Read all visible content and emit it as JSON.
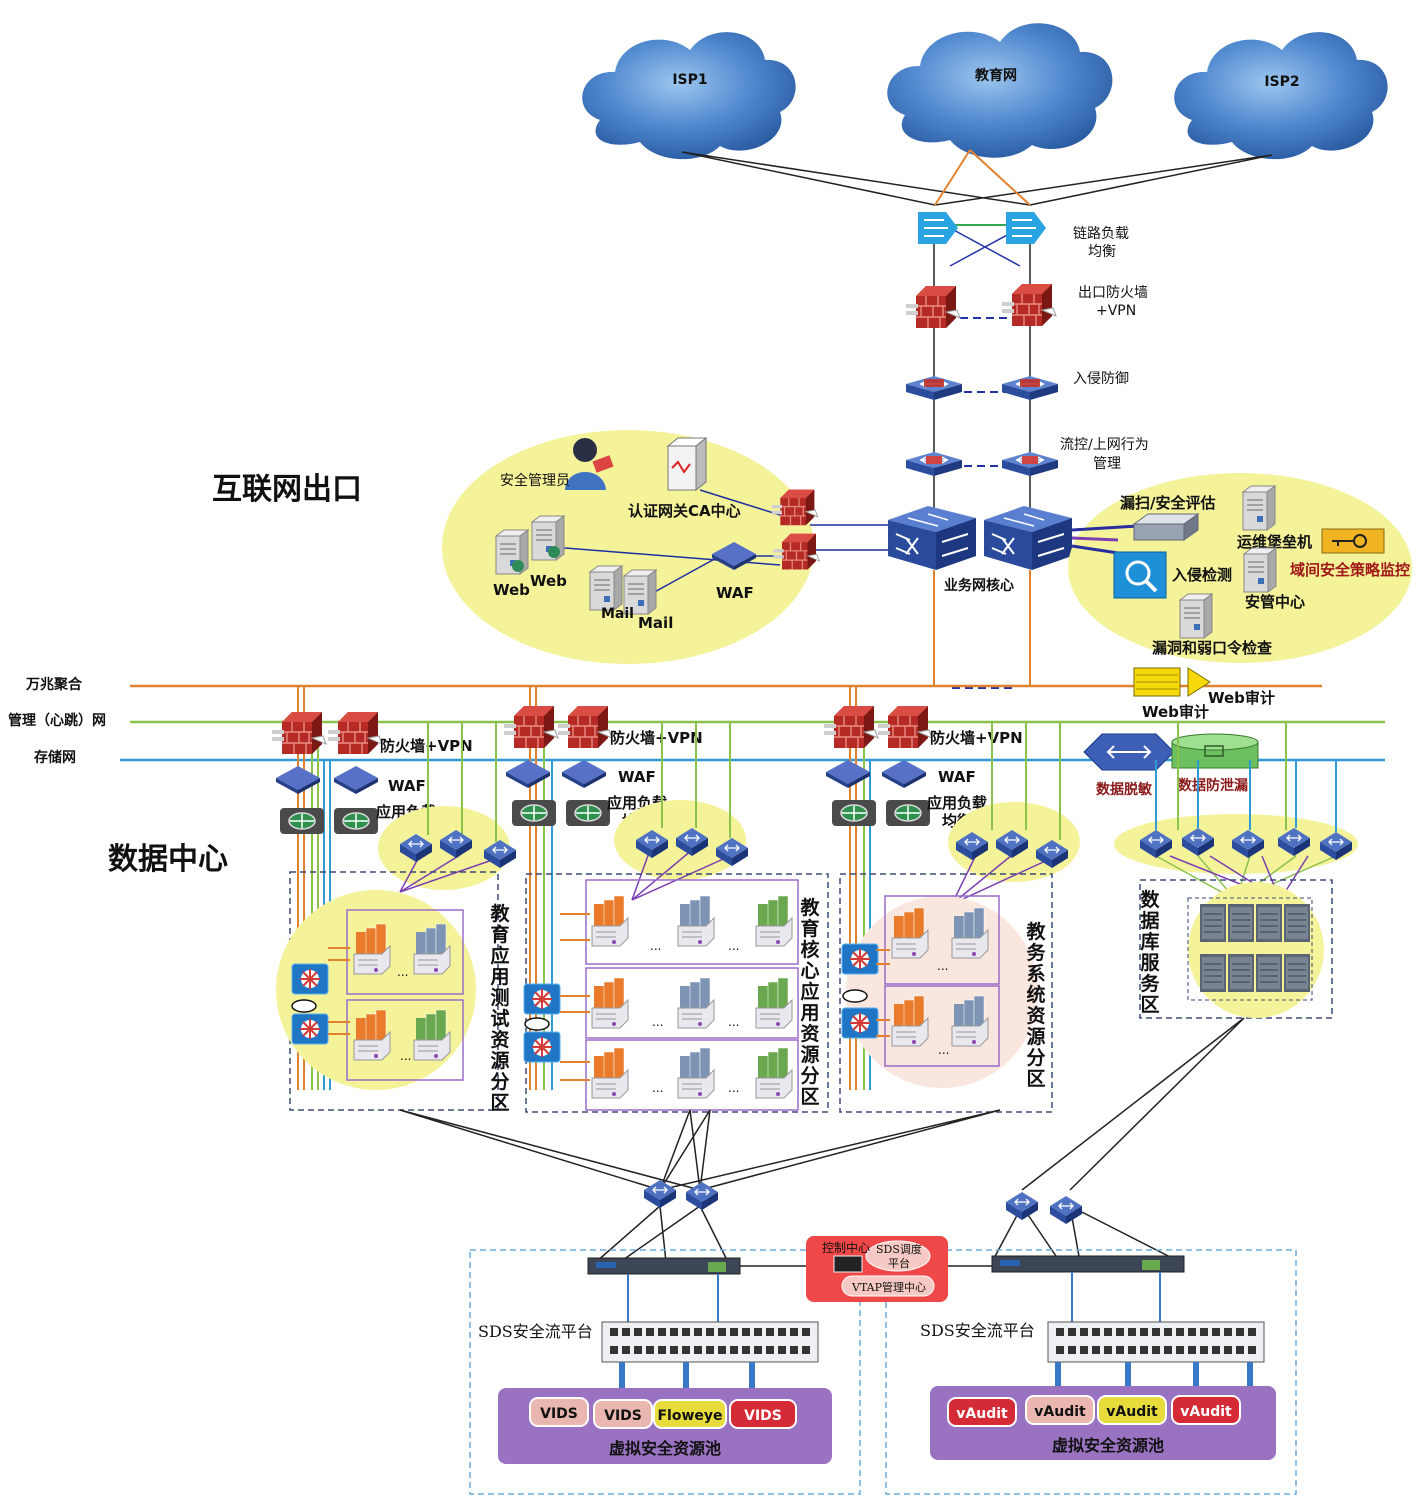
{
  "clouds": {
    "isp1": "ISP1",
    "edu": "教育网",
    "isp2": "ISP2"
  },
  "egress": {
    "lb": "链路负载\n均衡",
    "fw": "出口防火墙\n+VPN",
    "ips": "入侵防御",
    "flow": "流控/上网行为\n管理",
    "core": "业务网核心"
  },
  "sections": {
    "internet": "互联网出口",
    "datacenter": "数据中心"
  },
  "left_zone": {
    "admin": "安全管理员",
    "ca": "认证网关CA中心",
    "web1": "Web",
    "web2": "Web",
    "mail1": "Mail",
    "mail2": "Mail",
    "waf": "WAF"
  },
  "right_zone": {
    "scan": "漏扫/安全评估",
    "bastion": "运维堡垒机",
    "domain_policy": "域间安全策略监控",
    "ids": "入侵检测",
    "soc": "安管中心",
    "vuln": "漏洞和弱口令检查"
  },
  "networks": {
    "tengig": "万兆聚合",
    "mgmt": "管理（心跳）网",
    "storage": "存储网"
  },
  "web_audit": {
    "label_a": "Web审计",
    "label_b": "Web审计"
  },
  "data_security": {
    "desens": "数据脱敏",
    "dlp": "数据防泄漏"
  },
  "zone_devices": {
    "fw": "防火墙+VPN",
    "waf": "WAF",
    "lb": "应用负载\n均衡"
  },
  "zones": {
    "test": "教育应用测试资源分区",
    "core": "教育核心应用资源分区",
    "edu_admin": "教务系统资源分区",
    "db": "数据库服务区"
  },
  "ellipsis": "...",
  "sds": {
    "control": "控制中心",
    "dispatch": "SDS调度\n平台",
    "vtap": "VTAP管理中心",
    "platform_left": "SDS安全流平台",
    "platform_right": "SDS安全流平台",
    "pool_left": "虚拟安全资源池",
    "pool_right": "虚拟安全资源池",
    "left_items": [
      "VIDS",
      "VIDS",
      "Floweye",
      "VIDS"
    ],
    "right_items": [
      "vAudit",
      "vAudit",
      "vAudit",
      "vAudit"
    ]
  },
  "colors": {
    "cloud": "#3f78c2",
    "orange_line": "#e2822f",
    "green_line": "#8bc34a",
    "blue_line": "#2e9bd6",
    "firewall": "#c0322c",
    "device": "#2c4c9e",
    "zone_fill": "#f4f39a",
    "pool": "#9a72c2",
    "control": "#f04848",
    "pill_red": "#d42b36",
    "pill_pink": "#e9b7b0",
    "pill_yellow": "#e8dc3c"
  }
}
